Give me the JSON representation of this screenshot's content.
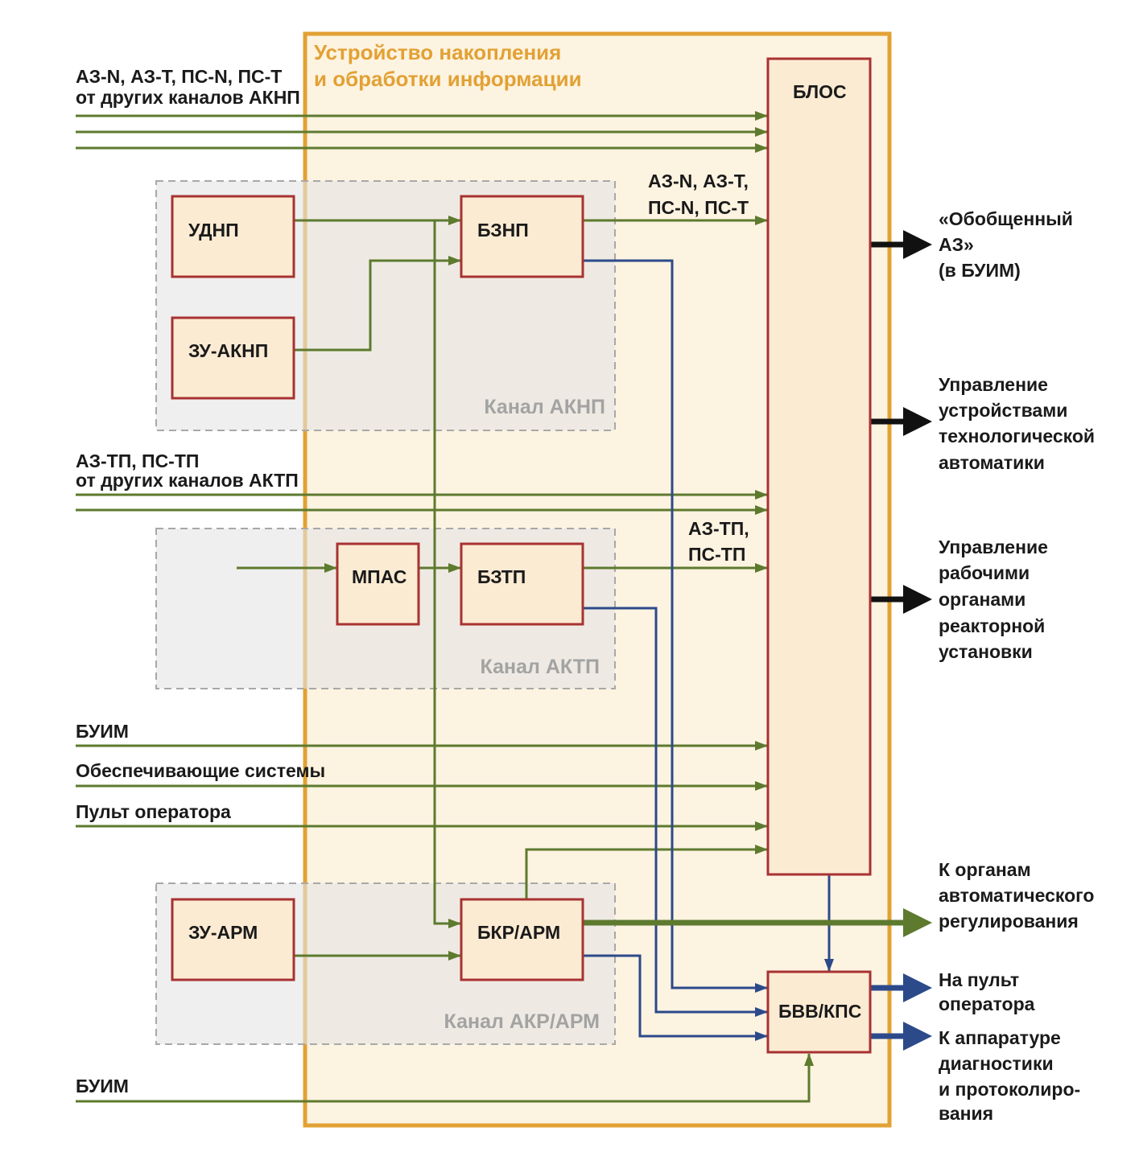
{
  "device": {
    "title_line1": "Устройство накопления",
    "title_line2": "и обработки информации"
  },
  "channels": {
    "aknp": "Канал АКНП",
    "aktp": "Канал АКТП",
    "akr_arm": "Канал АКР/АРМ"
  },
  "blocks": {
    "udnp": "УДНП",
    "zu_aknp": "ЗУ-АКНП",
    "bznp": "БЗНП",
    "mpas": "МПАС",
    "bztp": "БЗТП",
    "zu_arm": "ЗУ-АРМ",
    "bkr_arm": "БКР/АРМ",
    "blos": "БЛОС",
    "bvv_kps": "БВВ/КПС"
  },
  "inputs": {
    "aknp_line1": "АЗ-N, АЗ-Т, ПС-N, ПС-Т",
    "aknp_line2": "от других каналов АКНП",
    "aktp_line1": "АЗ-ТП, ПС-ТП",
    "aktp_line2": "от других каналов АКТП",
    "buim": "БУИМ",
    "support": "Обеспечивающие системы",
    "operator_panel": "Пульт оператора",
    "buim_bottom": "БУИМ"
  },
  "signals": {
    "bznp_out_line1": "АЗ-N, АЗ-Т,",
    "bznp_out_line2": "ПС-N, ПС-Т",
    "bztp_out_line1": "АЗ-ТП,",
    "bztp_out_line2": "ПС-ТП"
  },
  "outputs": {
    "generalized_az": [
      "«Обобщенный",
      "АЗ»",
      "(в БУИМ)"
    ],
    "tech_automation": [
      "Управление",
      "устройствами",
      "технологической",
      "автоматики"
    ],
    "reactor_control": [
      "Управление",
      "рабочими",
      "органами",
      "реакторной",
      "установки"
    ],
    "auto_regulation": [
      "К органам",
      "автоматического",
      "регулирования"
    ],
    "operator_panel_out": [
      "На пульт",
      "оператора"
    ],
    "diagnostics": [
      "К аппаратуре",
      "диагностики",
      "и протоколиро-",
      "вания"
    ]
  },
  "colors": {
    "signal_green": "#5d7a2e",
    "signal_blue": "#2c4a8a",
    "output_black": "#111111",
    "block_fill": "#fcebd3",
    "block_border": "#a83232",
    "device_fill": "#fdf3e1",
    "device_border": "#e2a134",
    "channel_fill": "#efefef",
    "channel_border": "#a8a8a8"
  }
}
